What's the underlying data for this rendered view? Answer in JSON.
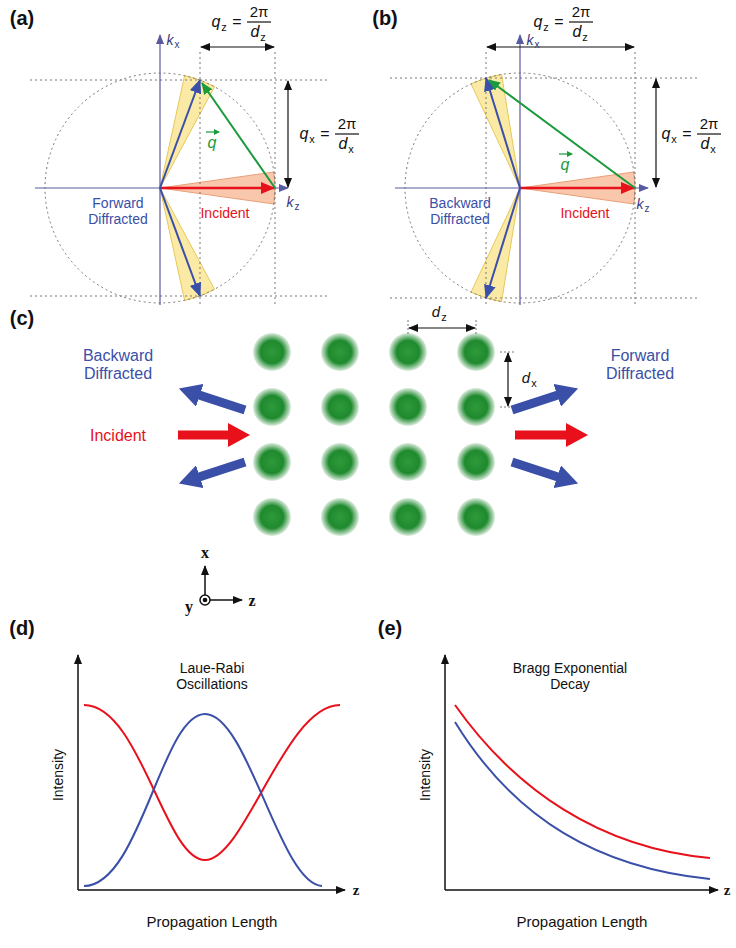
{
  "diagram": {
    "labels": [
      "(a)",
      "q",
      "z",
      "=",
      "2π",
      "d",
      "z",
      "k",
      "x",
      "q",
      "x",
      "=",
      "2π",
      "d",
      "x",
      "q",
      "k",
      "z",
      "Forward Diffracted",
      "Incident",
      "(b)",
      "q",
      "z",
      "=",
      "2π",
      "d",
      "z",
      "k",
      "x",
      "q",
      "x",
      "=",
      "2π",
      "d",
      "x",
      "q",
      "k",
      "z",
      "Backward Diffracted",
      "Incident",
      "(c)",
      "Backward Diffracted",
      "Forward Diffracted",
      "d",
      "z",
      "d",
      "x",
      "Incident",
      "x",
      "y",
      "z",
      "(d)",
      "Laue-Rabi Oscillations",
      "Intensity",
      "Propagation Length",
      "z",
      "(e)",
      "Bragg Exponential Decay",
      "Intensity",
      "Propagation Length",
      "z"
    ]
  }
}
